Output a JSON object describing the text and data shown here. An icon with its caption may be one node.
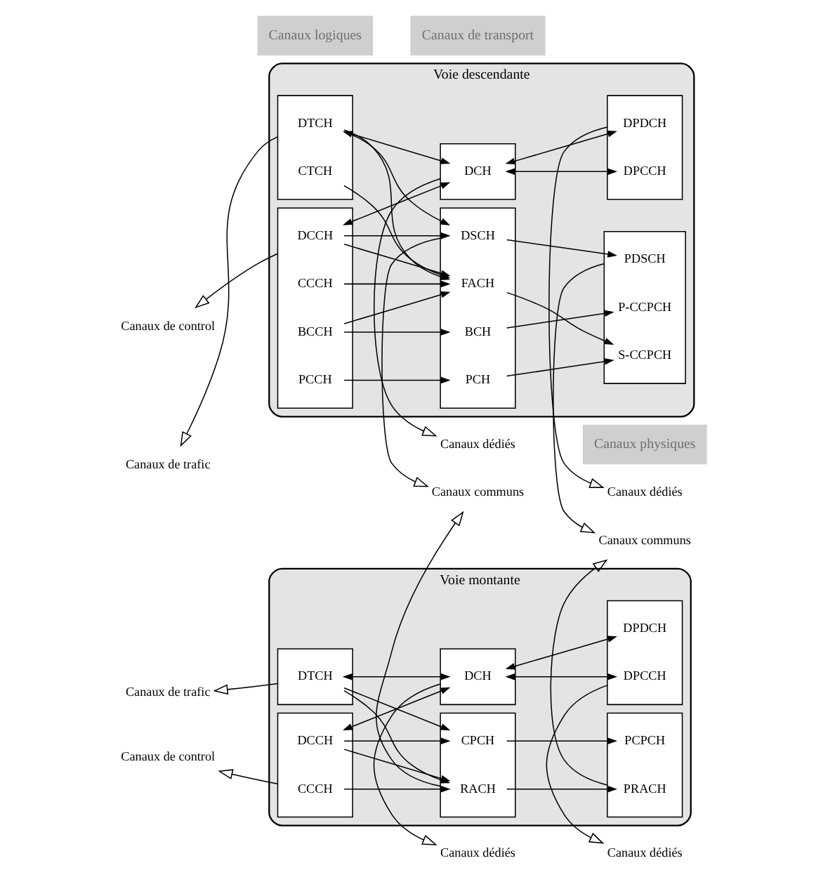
{
  "diagram": {
    "nodes": [
      {
        "text": [
          "Voie descendante"
        ]
      },
      {
        "text": [],
        "shape": "box",
        "in": 0
      },
      {
        "text": [
          "DTCH"
        ],
        "in": 1
      },
      {
        "text": [
          "CTCH"
        ],
        "in": 1
      },
      {
        "text": [],
        "shape": "box",
        "in": 0
      },
      {
        "text": [
          "DCCH"
        ],
        "in": 4
      },
      {
        "text": [
          "CCCH"
        ],
        "in": 4
      },
      {
        "text": [
          "PCCH"
        ],
        "in": 4
      },
      {
        "text": [
          "BCCH"
        ],
        "in": 4
      },
      {
        "text": [],
        "shape": "box",
        "in": 0
      },
      {
        "text": [
          "DCH"
        ],
        "in": 9
      },
      {
        "text": [],
        "shape": "box",
        "in": 0
      },
      {
        "text": [
          "DSCH"
        ],
        "in": 11
      },
      {
        "text": [
          "FACH"
        ],
        "in": 11
      },
      {
        "text": [
          "PCH"
        ],
        "in": 11
      },
      {
        "text": [
          "BCH"
        ],
        "in": 11
      },
      {
        "text": [],
        "shape": "box",
        "in": 0
      },
      {
        "text": [
          "DPDCH"
        ],
        "in": 16
      },
      {
        "text": [
          "DPCCH"
        ],
        "in": 16
      },
      {
        "text": [],
        "shape": "box",
        "in": 0
      },
      {
        "text": [
          "PDSCH"
        ],
        "in": 19
      },
      {
        "text": [
          "S-CCPCH"
        ],
        "in": 19
      },
      {
        "text": [
          "P-CCPCH"
        ],
        "in": 19
      },
      {
        "text": [
          "Canaux de trafic"
        ]
      },
      {
        "text": [
          "Canaux de control"
        ]
      },
      {
        "text": [
          "Canaux dédiés"
        ]
      },
      {
        "text": [
          "Canaux dédiés"
        ]
      },
      {
        "text": [
          "Canaux communs"
        ]
      },
      {
        "text": [
          "Canaux communs"
        ]
      },
      {
        "text": [
          "Voie montante"
        ]
      },
      {
        "text": [],
        "shape": "box",
        "in": 29
      },
      {
        "text": [
          "CCCH"
        ],
        "in": 30
      },
      {
        "text": [
          "DCCH"
        ],
        "in": 30
      },
      {
        "text": [],
        "shape": "box",
        "in": 29
      },
      {
        "text": [
          "DTCH"
        ],
        "in": 33
      },
      {
        "text": [],
        "shape": "box",
        "in": 29
      },
      {
        "text": [
          "RACH"
        ],
        "in": 35
      },
      {
        "text": [
          "CPCH"
        ],
        "in": 35
      },
      {
        "text": [],
        "shape": "box",
        "in": 29
      },
      {
        "text": [
          "DCH"
        ],
        "in": 38
      },
      {
        "text": [],
        "shape": "box",
        "in": 29
      },
      {
        "text": [
          "PRACH"
        ],
        "in": 40
      },
      {
        "text": [
          "PCPCH"
        ],
        "in": 40
      },
      {
        "text": [],
        "shape": "box",
        "in": 29
      },
      {
        "text": [
          "DPCCH"
        ],
        "in": 43
      },
      {
        "text": [
          "DPDCH"
        ],
        "in": 43
      },
      {
        "text": [
          "Canaux de control"
        ]
      },
      {
        "text": [
          "Canaux de trafic"
        ]
      },
      {
        "text": [
          "Canaux dédiés"
        ]
      },
      {
        "text": [
          "Canaux dédiés"
        ]
      }
    ],
    "edges": [
      {
        "from": 2,
        "to": 10,
        "arrow": "both"
      },
      {
        "from": 2,
        "to": 12,
        "arrow": "to"
      },
      {
        "from": 2,
        "to": 13,
        "arrow": "to"
      },
      {
        "from": 3,
        "to": 13,
        "arrow": "to"
      },
      {
        "from": 5,
        "to": 10,
        "arrow": "both"
      },
      {
        "from": 5,
        "to": 12,
        "arrow": "to"
      },
      {
        "from": 5,
        "to": 13,
        "arrow": "to"
      },
      {
        "from": 6,
        "to": 13,
        "arrow": "to"
      },
      {
        "from": 7,
        "to": 14,
        "arrow": "to"
      },
      {
        "from": 8,
        "to": 13,
        "arrow": "to"
      },
      {
        "from": 8,
        "to": 15,
        "arrow": "to"
      },
      {
        "from": 10,
        "to": 17,
        "arrow": "both"
      },
      {
        "from": 10,
        "to": 18,
        "arrow": "both"
      },
      {
        "from": 12,
        "to": 20,
        "arrow": "to"
      },
      {
        "from": 13,
        "to": 21,
        "arrow": "to"
      },
      {
        "from": 14,
        "to": 21,
        "arrow": "to"
      },
      {
        "from": 15,
        "to": 22,
        "arrow": "to"
      },
      {
        "from": 1,
        "to": 23,
        "arrow": "to"
      },
      {
        "from": 4,
        "to": 24,
        "arrow": "to"
      },
      {
        "from": 9,
        "to": 25,
        "arrow": "to"
      },
      {
        "from": 16,
        "to": 26,
        "arrow": "to"
      },
      {
        "from": 11,
        "to": 27,
        "arrow": "to"
      },
      {
        "from": 19,
        "to": 28,
        "arrow": "to"
      },
      {
        "from": 31,
        "to": 36,
        "arrow": "to"
      },
      {
        "from": 32,
        "to": 36,
        "arrow": "to"
      },
      {
        "from": 32,
        "to": 37,
        "arrow": "to"
      },
      {
        "from": 32,
        "to": 39,
        "arrow": "both"
      },
      {
        "from": 34,
        "to": 36,
        "arrow": "to"
      },
      {
        "from": 34,
        "to": 37,
        "arrow": "to"
      },
      {
        "from": 34,
        "to": 39,
        "arrow": "both"
      },
      {
        "from": 36,
        "to": 41,
        "arrow": "to"
      },
      {
        "from": 37,
        "to": 42,
        "arrow": "to"
      },
      {
        "from": 39,
        "to": 44,
        "arrow": "both"
      },
      {
        "from": 39,
        "to": 45,
        "arrow": "both"
      },
      {
        "from": 30,
        "to": 46,
        "arrow": "to"
      },
      {
        "from": 33,
        "to": 47,
        "arrow": "to"
      },
      {
        "from": 35,
        "to": 27,
        "arrow": "to"
      },
      {
        "from": 40,
        "to": 28,
        "arrow": "to"
      },
      {
        "from": 38,
        "to": 48,
        "arrow": "to"
      },
      {
        "from": 43,
        "to": 49,
        "arrow": "to"
      }
    ],
    "labels": [
      "Canaux logiques",
      "Canaux de transport",
      "Canaux physiques"
    ]
  }
}
